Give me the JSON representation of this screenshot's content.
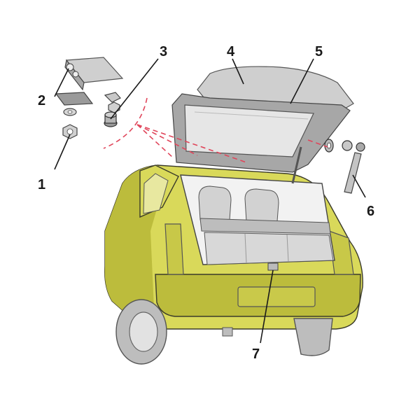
{
  "diagram": {
    "callouts": [
      {
        "id": "1",
        "label": "1"
      },
      {
        "id": "2",
        "label": "2"
      },
      {
        "id": "3",
        "label": "3"
      },
      {
        "id": "4",
        "label": "4"
      },
      {
        "id": "5",
        "label": "5"
      },
      {
        "id": "6",
        "label": "6"
      },
      {
        "id": "7",
        "label": "7"
      }
    ],
    "colors": {
      "car_body": "#d9d95a",
      "dashed_guides": "#e0455a",
      "parts": "#cfcfcf",
      "labels": "#1a1a1a"
    }
  }
}
